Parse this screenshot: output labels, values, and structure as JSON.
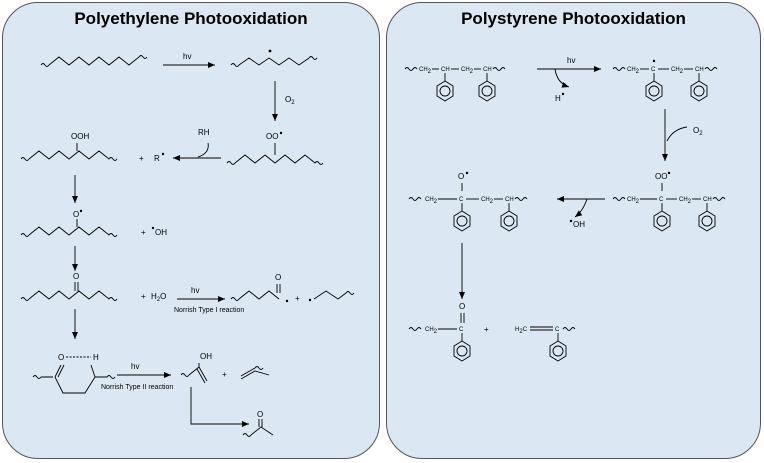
{
  "polyethylene": {
    "title": "Polyethylene Photooxidation",
    "step1_reagent": "hv",
    "step2_reagent": "O",
    "step2_sub": "2",
    "rh": "RH",
    "plus_r_plus": "+",
    "r_radical": "R",
    "ooh": "OOH",
    "oo_radical": "OO",
    "o_radical": "O",
    "plus_oh": "+",
    "oh_radical": "OH",
    "ketone_o": "O",
    "plus_h2o": "+",
    "h2o": "H",
    "h2o_sub": "2",
    "h2o_tail": "O",
    "norrish1_reagent": "hv",
    "norrish1_caption": "Norrish Type I reaction",
    "acyl_o": "O",
    "plus_alkyl": "+",
    "ring_o": "O",
    "ring_h": "H",
    "norrish2_reagent": "hv",
    "norrish2_caption": "Norrish Type II reaction",
    "enol_oh": "OH",
    "plus_alkene": "+",
    "final_o": "O"
  },
  "polystyrene": {
    "title": "Polystyrene Photooxidation",
    "ch2": "CH",
    "ch": "CH",
    "c": "C",
    "sub2": "2",
    "step1_reagent": "hv",
    "h_radical": "H",
    "step2_reagent": "O",
    "step2_sub": "2",
    "oo_radical": "OO",
    "oh_radical": "OH",
    "o_radical": "O",
    "ketone_o": "O",
    "plus": "+",
    "h2c": "H",
    "h2c_sub": "2",
    "h2c_tail": "C"
  },
  "colors": {
    "panel_fill": "#dbe7f3",
    "panel_border": "#555555",
    "ink": "#000000"
  }
}
